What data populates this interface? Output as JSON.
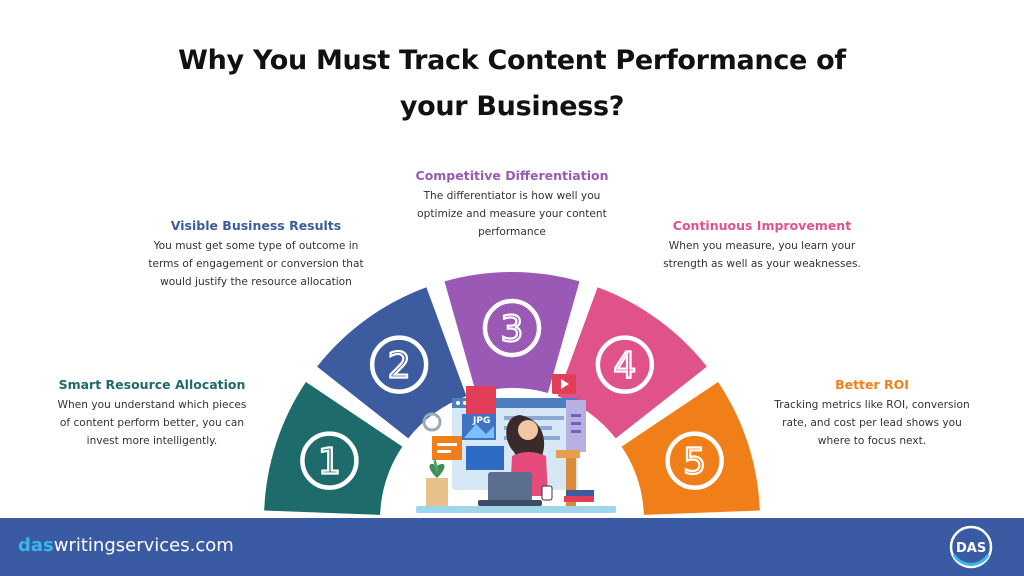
{
  "title_line1": "Why You Must Track Content Performance of",
  "title_line2": "your Business?",
  "steps": [
    {
      "num": "1",
      "heading": "Smart Resource Allocation",
      "color": "#1e6b6b",
      "text": "When you understand which pieces of content perform better, you can invest more intelligently."
    },
    {
      "num": "2",
      "heading": "Visible Business Results",
      "color": "#3d5b9f",
      "text": "You must get some type of outcome in terms of engagement or conversion that would justify the resource allocation"
    },
    {
      "num": "3",
      "heading": "Competitive Differentiation",
      "color": "#9b59b6",
      "text": "The differentiator is how well you optimize and measure your content performance"
    },
    {
      "num": "4",
      "heading": "Continuous Improvement",
      "color": "#e0528a",
      "text": "When you measure, you learn your strength as well as your weaknesses."
    },
    {
      "num": "5",
      "heading": "Better ROI",
      "color": "#f07f1a",
      "text": "Tracking metrics like ROI, conversion rate, and cost per lead shows you where to focus next."
    }
  ],
  "illustration_icon": "woman-at-laptop-with-dashboard-illustration",
  "footer": {
    "brand_prefix": "das",
    "brand_suffix": "writingservices.com",
    "background": "#3a5ba3"
  },
  "logo_icon": "das-logo-icon"
}
